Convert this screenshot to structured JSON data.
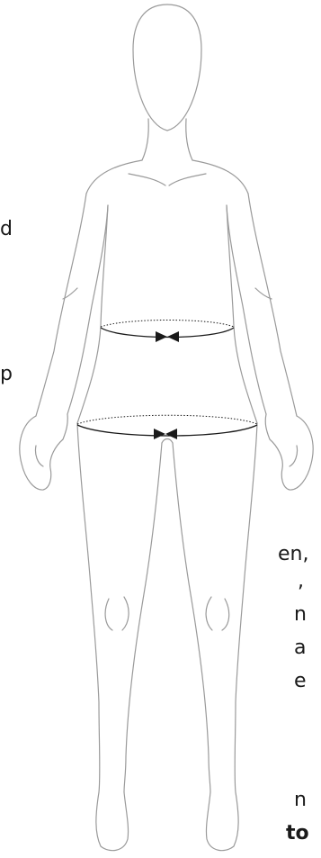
{
  "text_fragments": [
    "d",
    "p",
    "en,",
    ",",
    "n",
    "a",
    "e",
    "n",
    "to"
  ],
  "colors": {
    "body_outline": "#9a9a9a",
    "measure_line": "#1a1a1a",
    "text": "#1a1a1a",
    "background": "#ffffff"
  },
  "measurements": [
    {
      "name": "waist",
      "style": "tape-loop-with-arrows"
    },
    {
      "name": "hip",
      "style": "tape-loop-with-arrows"
    }
  ]
}
